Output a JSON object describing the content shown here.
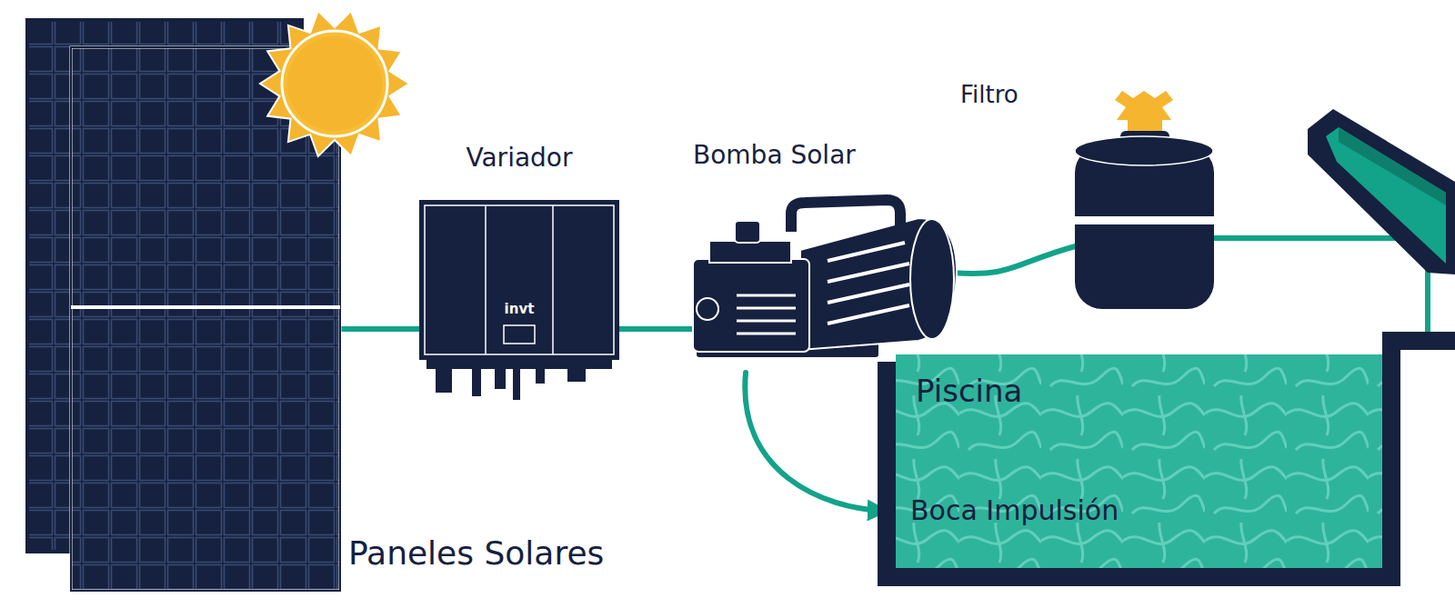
{
  "diagram": {
    "nodes": [
      {
        "text": [
          "Paneles Solares"
        ]
      },
      {
        "text": [
          "Variador"
        ]
      },
      {
        "text": [
          "Bomba Solar"
        ]
      },
      {
        "text": [
          "Filtro"
        ]
      },
      {
        "text": [
          "Piscina",
          "Boca Impulsión"
        ]
      }
    ],
    "edges": [
      {
        "from": 0,
        "to": 1,
        "arrow": "none"
      },
      {
        "from": 1,
        "to": 2,
        "arrow": "none"
      },
      {
        "from": 2,
        "to": 3,
        "arrow": "none"
      },
      {
        "from": 3,
        "to": 4,
        "arrow": "none"
      },
      {
        "from": 2,
        "to": 4,
        "arrow": "to"
      }
    ],
    "labels": [
      "invt"
    ]
  }
}
